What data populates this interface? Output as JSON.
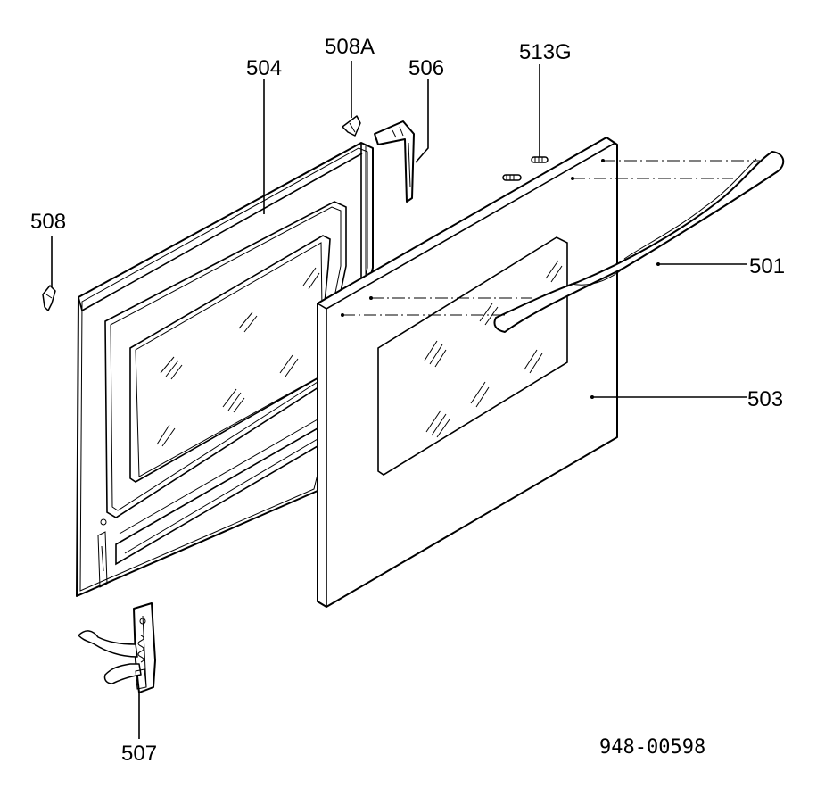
{
  "parts": [
    {
      "id": "p501",
      "label": "501"
    },
    {
      "id": "p503",
      "label": "503"
    },
    {
      "id": "p504",
      "label": "504"
    },
    {
      "id": "p506",
      "label": "506"
    },
    {
      "id": "p507",
      "label": "507"
    },
    {
      "id": "p508",
      "label": "508"
    },
    {
      "id": "p508a",
      "label": "508A"
    },
    {
      "id": "p513g",
      "label": "513G"
    }
  ],
  "drawing_number": "948-00598"
}
